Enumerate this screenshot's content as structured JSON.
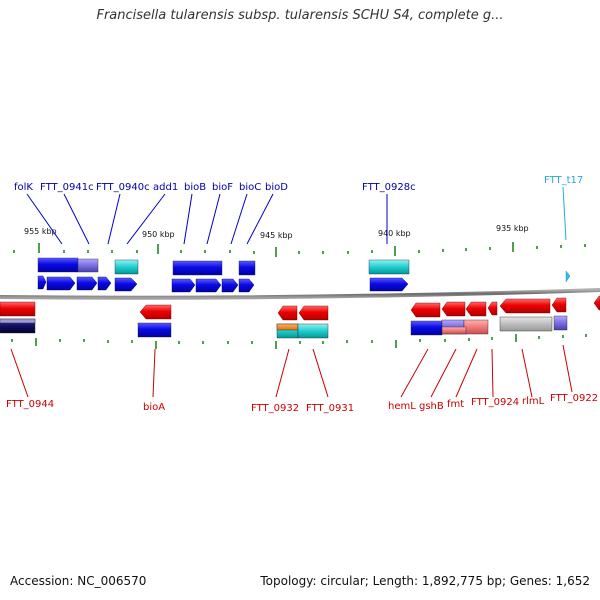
{
  "title": "Francisella tularensis subsp. tularensis SCHU S4, complete g...",
  "footer": {
    "accession": "Accession: NC_006570",
    "topology": "Topology: circular; Length: 1,892,775 bp; Genes: 1,652"
  },
  "colors": {
    "forward_label": "#0000aa",
    "reverse_label": "#cc0000",
    "trna_label": "#22aadd",
    "backbone": "#777777",
    "ticks": "#228822"
  },
  "scale_ticks": [
    "955 kbp",
    "950 kbp",
    "945 kbp",
    "940 kbp",
    "935 kbp"
  ],
  "forward_labels": [
    "folK",
    "FTT_0941c",
    "FTT_0940c",
    "add1",
    "bioB",
    "bioF",
    "bioC",
    "bioD",
    "FTT_0928c"
  ],
  "trna_labels": [
    "FTT_t17"
  ],
  "reverse_labels": [
    "FTT_0944",
    "bioA",
    "FTT_0932",
    "FTT_0931",
    "hemL",
    "gshB",
    "fmt",
    "FTT_0924",
    "rlmL",
    "FTT_0922"
  ]
}
